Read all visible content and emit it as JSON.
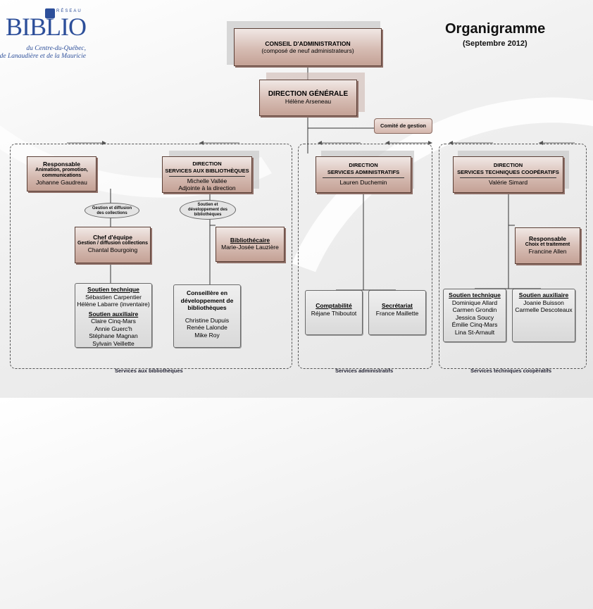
{
  "logo": {
    "reseau": "RÉSEAU",
    "biblio": "BIBLIO",
    "line1": "du Centre-du-Québec,",
    "line2": "de Lanaudière et de la Mauricie"
  },
  "title": "Organigramme",
  "subtitle": "(Septembre 2012)",
  "conseil": {
    "title": "CONSEIL D'ADMINISTRATION",
    "sub": "(composé de neuf administrateurs)"
  },
  "dg": {
    "title": "DIRECTION GÉNÉRALE",
    "name": "Hélène Arseneau"
  },
  "comite": "Comité de gestion",
  "resp_animation": {
    "title": "Responsable",
    "sub1": "Animation, promotion,",
    "sub2": "communications",
    "name": "Johanne Gaudreau"
  },
  "dir_services": {
    "title": "DIRECTION",
    "sub": "SERVICES AUX BIBLIOTHÈQUES",
    "name": "Michelle Vallée",
    "role": "Adjointe à la direction"
  },
  "dir_admin": {
    "title": "DIRECTION",
    "sub": "SERVICES ADMINISTRATIFS",
    "name": "Lauren Duchemin"
  },
  "dir_tech": {
    "title": "DIRECTION",
    "sub": "SERVICES TECHNIQUES COOPÉRATIFS",
    "name": "Valérie Simard"
  },
  "oval_collections": {
    "line1": "Gestion et diffusion",
    "line2": "des collections"
  },
  "oval_dev": {
    "line1": "Soutien et",
    "line2": "développement des",
    "line3": "bibliothèques"
  },
  "chef": {
    "title": "Chef d'équipe",
    "sub": "Gestion / diffusion collections",
    "name": "Chantal Bourgoing"
  },
  "bibliothecaire": {
    "title": "Bibliothécaire",
    "name": "Marie-Josée Lauzière"
  },
  "resp_choix": {
    "title": "Responsable",
    "sub": "Choix et traitement",
    "name": "Francine Allen"
  },
  "soutien_tech_left": {
    "title": "Soutien technique",
    "names": [
      "Sébastien Carpentier",
      "Hélène Labarre (inventaire)"
    ],
    "title2": "Soutien auxiliaire",
    "names2": [
      "Claire Cinq-Mars",
      "Annie Guerc'h",
      "Stéphane Magnan",
      "Sylvain Veillette"
    ]
  },
  "conseillere": {
    "title1": "Conseillère en",
    "title2": "développement de",
    "title3": "bibliothèques",
    "names": [
      "Christine Dupuis",
      "Renée Lalonde",
      "Mike Roy"
    ]
  },
  "comptabilite": {
    "title": "Comptabilité",
    "name": "Réjane Thiboutot"
  },
  "secretariat": {
    "title": "Secrétariat",
    "name": "France Maillette"
  },
  "soutien_tech_right": {
    "title": "Soutien technique",
    "names": [
      "Dominique Allard",
      "Carmen Grondin",
      "Jessica Soucy",
      "Émilie Cinq-Mars",
      "Lina St-Arnault"
    ]
  },
  "soutien_aux_right": {
    "title": "Soutien auxiliaire",
    "names": [
      "Joanie Buisson",
      "Carmelle Descoteaux"
    ]
  },
  "footers": {
    "services": "Services aux bibliothèques",
    "admin": "Services administratifs",
    "tech": "Services techniques coopératifs"
  },
  "colors": {
    "logo_blue": "#2d4f9a",
    "box_top": "#f1e8e5",
    "box_bottom": "#c4a195",
    "box_border": "#5b3f36"
  }
}
